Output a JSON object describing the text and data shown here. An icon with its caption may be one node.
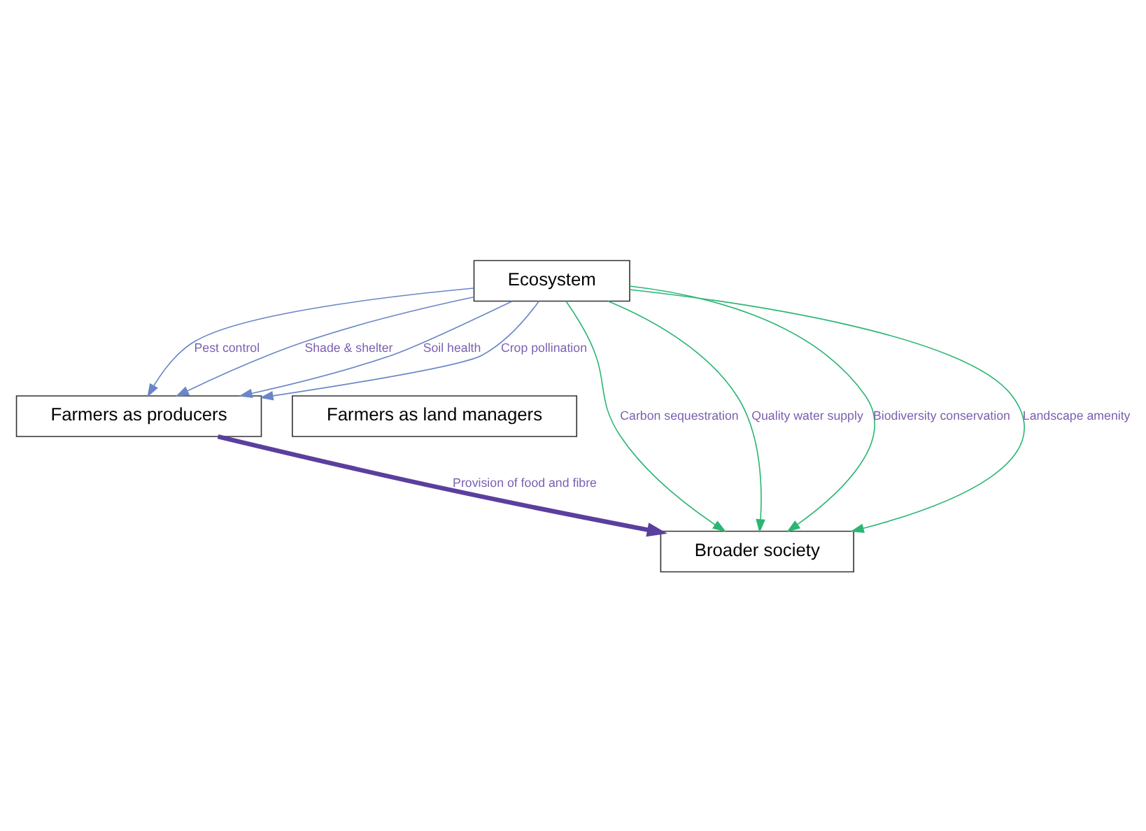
{
  "diagram": {
    "nodes": [
      {
        "text": [
          "Ecosystem"
        ]
      },
      {
        "text": [
          "Farmers as producers"
        ]
      },
      {
        "text": [
          "Farmers as land managers"
        ]
      },
      {
        "text": [
          "Broader society"
        ]
      }
    ],
    "edges": [
      {
        "from": 0,
        "to": 1,
        "arrow": "to",
        "label": "Pest control",
        "color": "#6a86c8"
      },
      {
        "from": 0,
        "to": 1,
        "arrow": "to",
        "label": "Shade & shelter",
        "color": "#6a86c8"
      },
      {
        "from": 0,
        "to": 1,
        "arrow": "to",
        "label": "Soil health",
        "color": "#6a86c8"
      },
      {
        "from": 0,
        "to": 1,
        "arrow": "to",
        "label": "Crop pollination",
        "color": "#6a86c8"
      },
      {
        "from": 0,
        "to": 3,
        "arrow": "to",
        "label": "Carbon sequestration",
        "color": "#2bb673"
      },
      {
        "from": 0,
        "to": 3,
        "arrow": "to",
        "label": "Quality water supply",
        "color": "#2bb673"
      },
      {
        "from": 0,
        "to": 3,
        "arrow": "to",
        "label": "Biodiversity conservation",
        "color": "#2bb673"
      },
      {
        "from": 0,
        "to": 3,
        "arrow": "to",
        "label": "Landscape amenity",
        "color": "#2bb673"
      },
      {
        "from": 1,
        "to": 3,
        "arrow": "to",
        "label": "Provision of food and fibre",
        "style": "thick",
        "color": "#5b3f9e"
      }
    ]
  }
}
